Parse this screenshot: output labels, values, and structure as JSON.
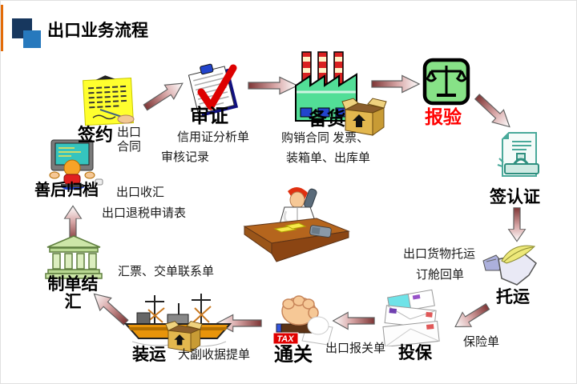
{
  "title": "出口业务流程",
  "flow_order": [
    "sign",
    "review",
    "prepare",
    "inspect",
    "certify",
    "consign",
    "insure",
    "customs",
    "ship",
    "settle",
    "archive"
  ],
  "steps": {
    "sign": {
      "label": "签约",
      "docs": [
        "出口",
        "合同"
      ],
      "icon": "contract-signing-icon"
    },
    "review": {
      "label": "审证",
      "docs": [
        "信用证分析单",
        "审核记录"
      ],
      "icon": "clipboard-check-icon"
    },
    "prepare": {
      "label": "备货",
      "docs": [
        "购销合同 发票、",
        "装箱单、出库单"
      ],
      "icon": "factory-icon"
    },
    "inspect": {
      "label": "报验",
      "docs": [],
      "icon": "scales-icon",
      "label_color": "#FF0000"
    },
    "certify": {
      "label": "签认证",
      "docs": [],
      "icon": "stamped-document-icon"
    },
    "consign": {
      "label": "托运",
      "docs": [
        "出口货物托运",
        "订舱回单"
      ],
      "icon": "quill-parcel-icon"
    },
    "insure": {
      "label": "投保",
      "docs": [
        "保险单"
      ],
      "icon": "envelopes-icon"
    },
    "customs": {
      "label": "通关",
      "docs": [
        "出口报关单"
      ],
      "stamp_text": "TAX",
      "icon": "fist-stamp-icon"
    },
    "ship": {
      "label": "装运",
      "docs": [
        "大副收据提单"
      ],
      "icon": "cargo-ship-icon"
    },
    "settle": {
      "label": "制单结汇",
      "docs": [
        "汇票、交单联系单"
      ],
      "icon": "bank-icon"
    },
    "archive": {
      "label": "善后归档",
      "docs": [
        "出口收汇",
        "出口退税申请表"
      ],
      "icon": "computer-user-icon"
    }
  },
  "center_icon": "phone-desk-icon",
  "colors": {
    "accent_bar": "#E36C09",
    "logo_dark": "#17375E",
    "logo_light": "#2779BD",
    "inspect_label": "#FF0000",
    "arrow_tail": "#7E3535",
    "factory_green": "#52DE97",
    "scales_green": "#87E287"
  }
}
